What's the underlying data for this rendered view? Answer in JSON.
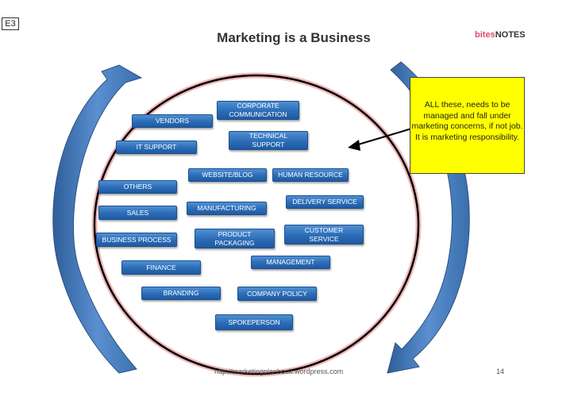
{
  "slide": {
    "tag": "E3",
    "title": "Marketing is a Business",
    "brand": {
      "part1": "bites",
      "part2": "NOTES"
    },
    "note": "ALL these, needs to be managed and fall under marketing concerns, if not job. It is marketing responsibility.",
    "footer_url": "http://marketingplanbook.wordpress.com",
    "page_number": "14"
  },
  "boxes": [
    {
      "id": "corporate-communication",
      "label": "CORPORATE\nCOMMUNICATION"
    },
    {
      "id": "vendors",
      "label": "VENDORS"
    },
    {
      "id": "technical-support",
      "label": "TECHNICAL\nSUPPORT"
    },
    {
      "id": "it-support",
      "label": "IT SUPPORT"
    },
    {
      "id": "website-blog",
      "label": "WEBSITE/BLOG"
    },
    {
      "id": "human-resource",
      "label": "HUMAN RESOURCE"
    },
    {
      "id": "others",
      "label": "OTHERS"
    },
    {
      "id": "delivery-service",
      "label": "DELIVERY SERVICE"
    },
    {
      "id": "sales",
      "label": "SALES"
    },
    {
      "id": "manufacturing",
      "label": "MANUFACTURING"
    },
    {
      "id": "customer-service",
      "label": "CUSTOMER\nSERVICE"
    },
    {
      "id": "product-packaging",
      "label": "PRODUCT\nPACKAGING"
    },
    {
      "id": "business-process",
      "label": "BUSINESS PROCESS"
    },
    {
      "id": "management",
      "label": "MANAGEMENT"
    },
    {
      "id": "finance",
      "label": "FINANCE"
    },
    {
      "id": "branding",
      "label": "BRANDING"
    },
    {
      "id": "company-policy",
      "label": "COMPANY POLICY"
    },
    {
      "id": "spokeperson",
      "label": "SPOKEPERSON"
    }
  ],
  "colors": {
    "box_fill": "#2b6cb6",
    "arrow_fill": "#4f81bd",
    "note_fill": "#ffff00",
    "circle_glow": "#e8a0a0"
  }
}
